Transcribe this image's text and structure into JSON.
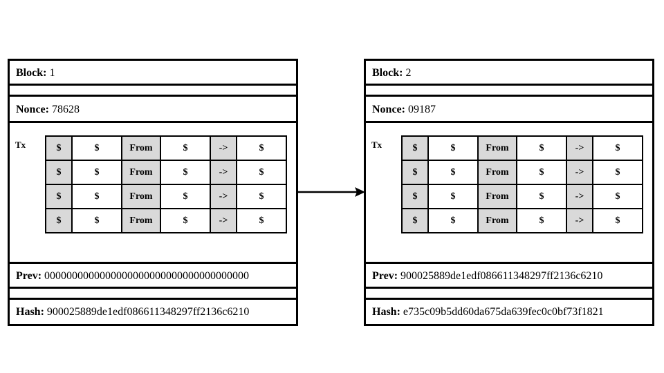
{
  "labels": {
    "block": "Block:",
    "nonce": "Nonce:",
    "tx": "Tx",
    "prev": "Prev:",
    "hash": "Hash:"
  },
  "blocks": [
    {
      "number": "1",
      "nonce": "78628",
      "prev": "0000000000000000000000000000000000000",
      "hash": "900025889de1edf086611348297ff2136c6210",
      "tx_rows": [
        [
          "$",
          "$",
          "From",
          "$",
          "->",
          "$"
        ],
        [
          "$",
          "$",
          "From",
          "$",
          "->",
          "$"
        ],
        [
          "$",
          "$",
          "From",
          "$",
          "->",
          "$"
        ],
        [
          "$",
          "$",
          "From",
          "$",
          "->",
          "$"
        ]
      ]
    },
    {
      "number": "2",
      "nonce": "09187",
      "prev": "900025889de1edf086611348297ff2136c6210",
      "hash": "e735c09b5dd60da675da639fec0c0bf73f1821",
      "tx_rows": [
        [
          "$",
          "$",
          "From",
          "$",
          "->",
          "$"
        ],
        [
          "$",
          "$",
          "From",
          "$",
          "->",
          "$"
        ],
        [
          "$",
          "$",
          "From",
          "$",
          "->",
          "$"
        ],
        [
          "$",
          "$",
          "From",
          "$",
          "->",
          "$"
        ]
      ]
    }
  ],
  "colors": {
    "cell_shaded": "#d9d9d9",
    "cell_plain": "#ffffff",
    "border": "#000000"
  }
}
